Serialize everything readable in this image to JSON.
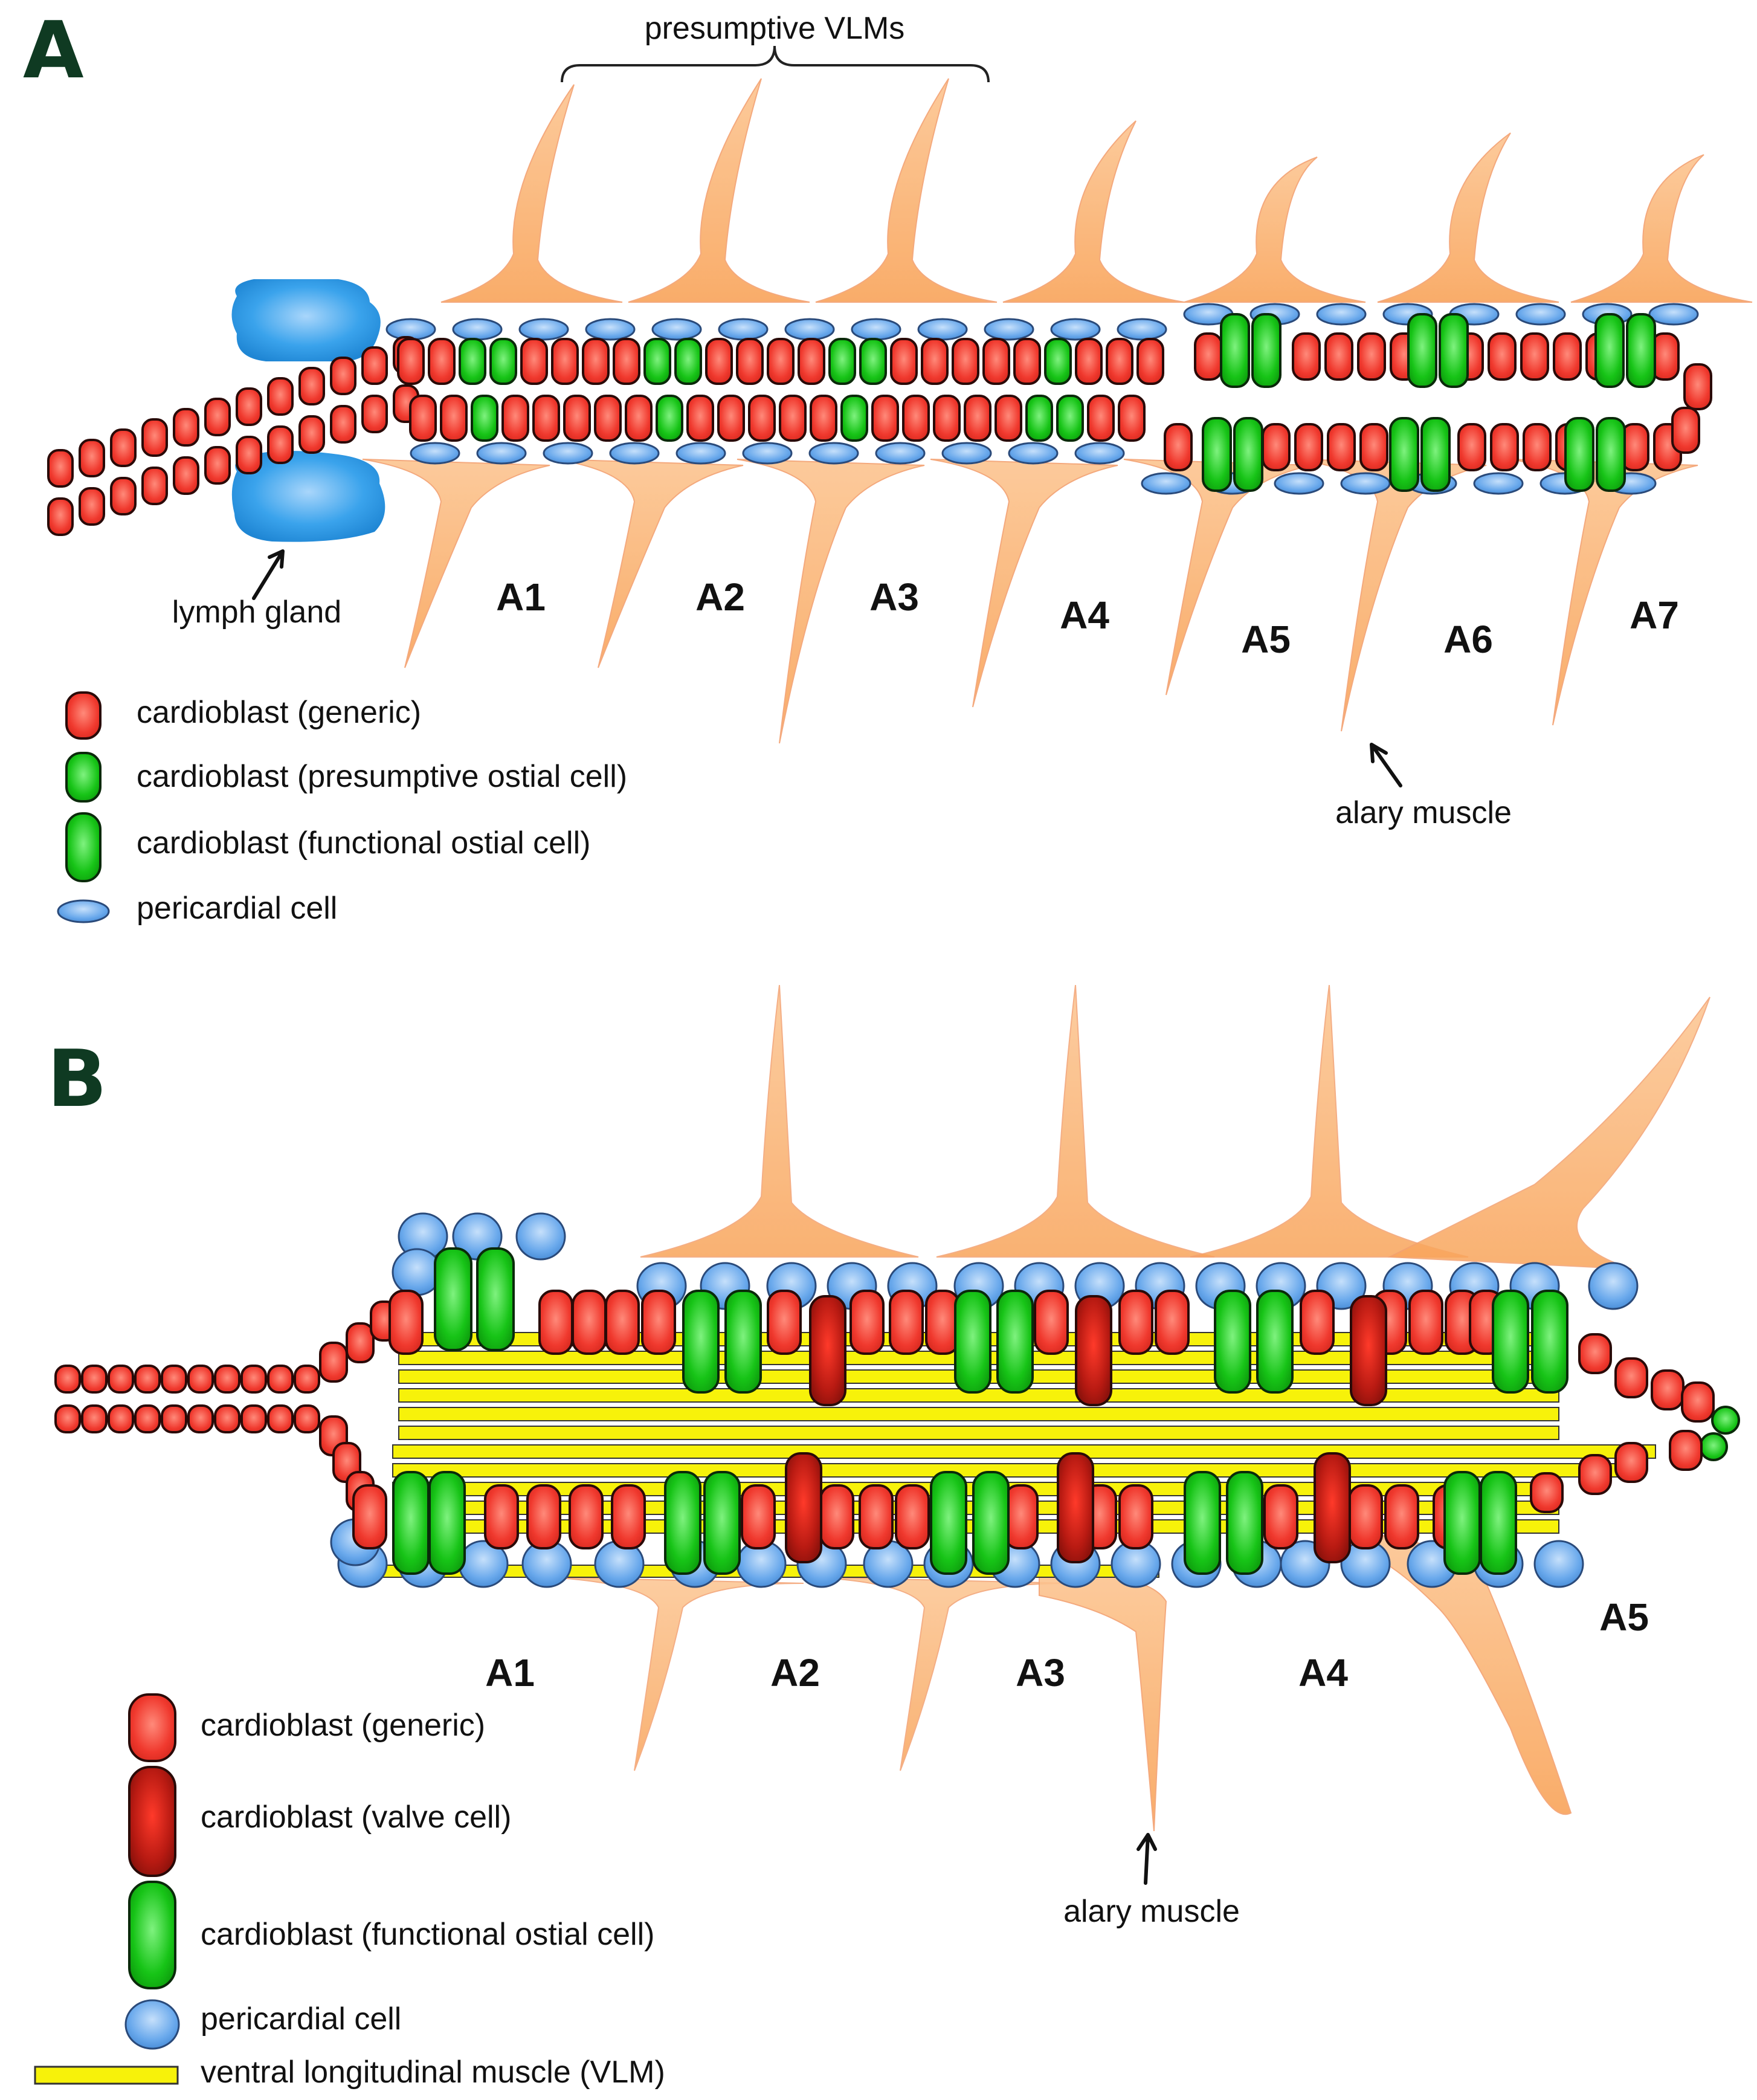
{
  "panel_a": {
    "letter": "A",
    "bracket_label": "presumptive VLMs",
    "lymph_gland_label": "lymph gland",
    "alary_label": "alary muscle",
    "segments": [
      "A1",
      "A2",
      "A3",
      "A4",
      "A5",
      "A6",
      "A7"
    ],
    "legend": [
      {
        "icon": "red-cardioblast",
        "label": "cardioblast (generic)"
      },
      {
        "icon": "green-short-cardioblast",
        "label": "cardioblast (presumptive ostial cell)"
      },
      {
        "icon": "green-long-cardioblast",
        "label": "cardioblast (functional ostial cell)"
      },
      {
        "icon": "blue-oval-pericardial",
        "label": "pericardial cell"
      }
    ]
  },
  "panel_b": {
    "letter": "B",
    "alary_label": "alary muscle",
    "segments": [
      "A1",
      "A2",
      "A3",
      "A4",
      "A5"
    ],
    "legend": [
      {
        "icon": "red-cardioblast",
        "label": "cardioblast (generic)"
      },
      {
        "icon": "dark-red-valve",
        "label": "cardioblast (valve cell)"
      },
      {
        "icon": "green-long-cardioblast",
        "label": "cardioblast (functional ostial cell)"
      },
      {
        "icon": "blue-round-pericardial",
        "label": "pericardial cell"
      },
      {
        "icon": "yellow-bar-vlm",
        "label": "ventral longitudinal muscle (VLM)"
      }
    ]
  },
  "colors": {
    "cardioblast": "#f2453a",
    "ostial": "#1fc21f",
    "valve": "#b51a12",
    "pericardial": "#6aa9ec",
    "muscle": "#fbb879",
    "vlm": "#f7f20a",
    "lymph": "#2f9be8"
  }
}
